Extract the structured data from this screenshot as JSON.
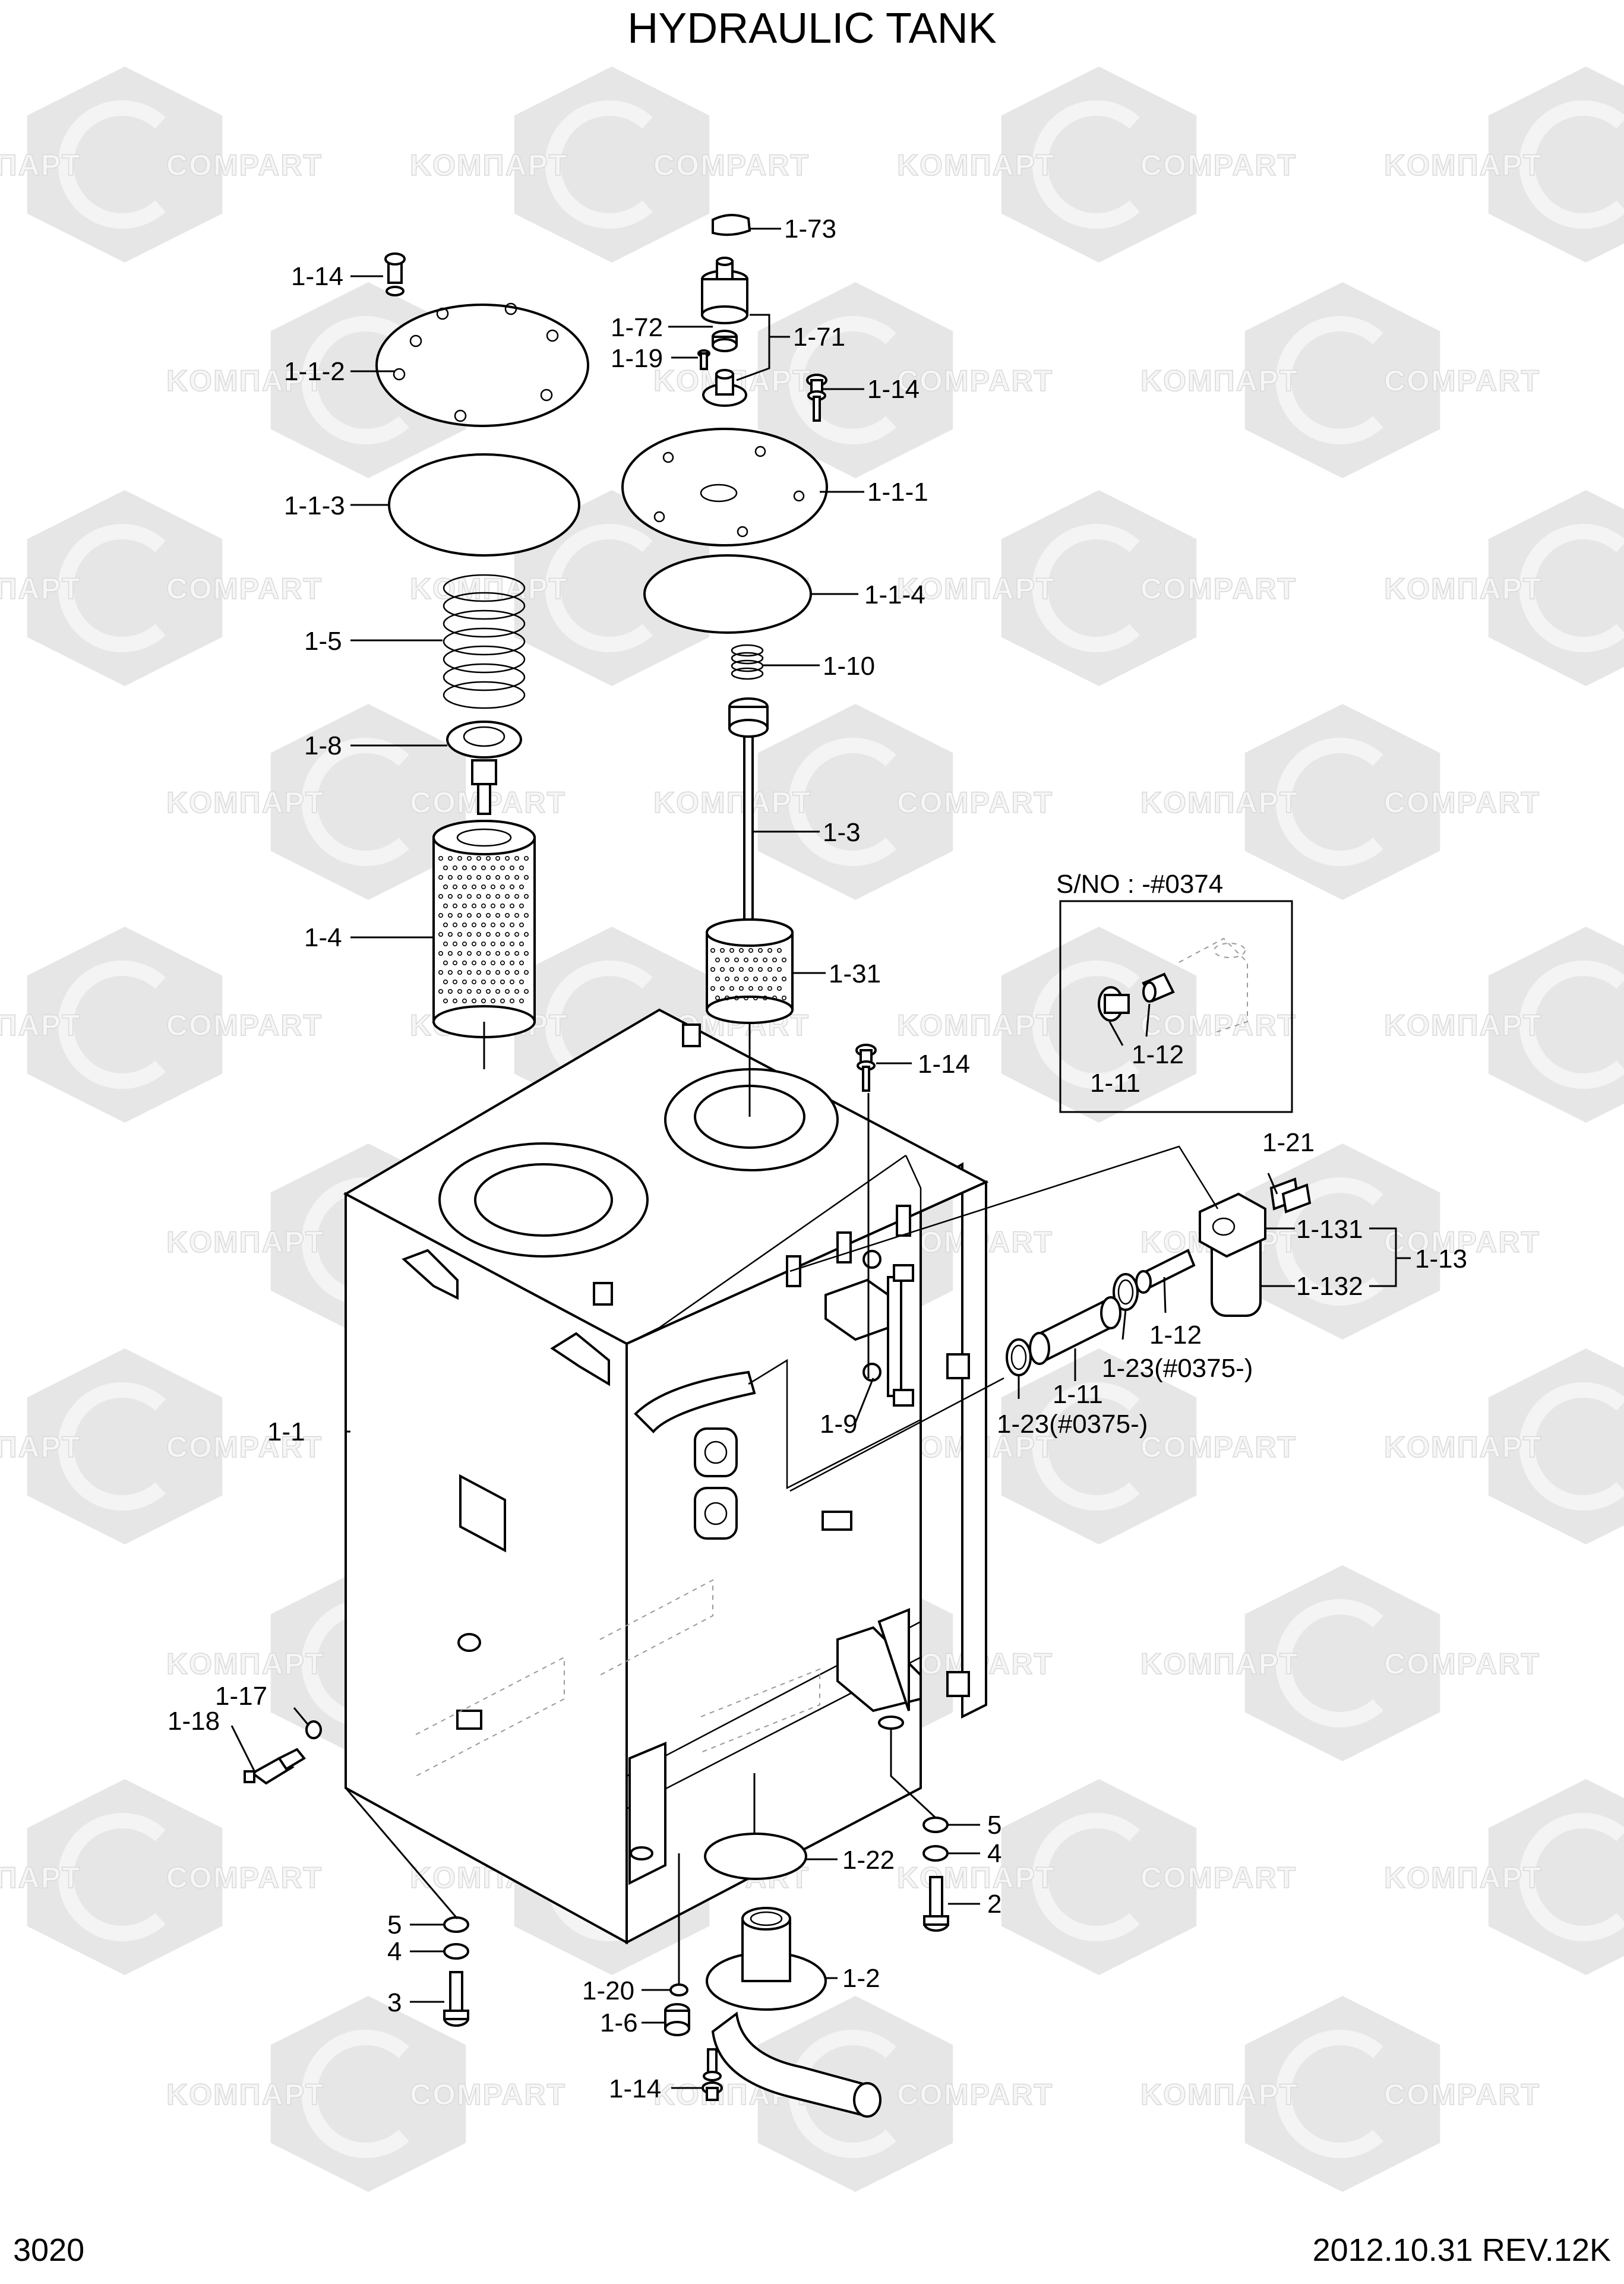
{
  "title": "HYDRAULIC TANK",
  "page_number": "3020",
  "date_rev": "2012.10.31  REV.12K",
  "inset_title": "S/NO : -#0374",
  "watermark": {
    "latin": "COMPART",
    "cyrillic": "KOMПAPT"
  },
  "callouts": {
    "c_1_73": "1-73",
    "c_1_14_a": "1-14",
    "c_1_72": "1-72",
    "c_1_71": "1-71",
    "c_1_19": "1-19",
    "c_1_1_2": "1-1-2",
    "c_1_14_b": "1-14",
    "c_1_1_1": "1-1-1",
    "c_1_1_3": "1-1-3",
    "c_1_1_4": "1-1-4",
    "c_1_5": "1-5",
    "c_1_10": "1-10",
    "c_1_8": "1-8",
    "c_1_3": "1-3",
    "c_1_4": "1-4",
    "c_1_31": "1-31",
    "c_1_14_c": "1-14",
    "c_1_12_a": "1-12",
    "c_1_11_a": "1-11",
    "c_1_21": "1-21",
    "c_1_131": "1-131",
    "c_1_13": "1-13",
    "c_1_132": "1-132",
    "c_1_12_b": "1-12",
    "c_1_23_a": "1-23(#0375-)",
    "c_1_11_b": "1-11",
    "c_1_23_b": "1-23(#0375-)",
    "c_1_9": "1-9",
    "c_1_1": "1-1",
    "c_1_17": "1-17",
    "c_1_18": "1-18",
    "c_5_a": "5",
    "c_4_a": "4",
    "c_2": "2",
    "c_1_22": "1-22",
    "c_5_b": "5",
    "c_4_b": "4",
    "c_3": "3",
    "c_1_20": "1-20",
    "c_1_2": "1-2",
    "c_1_6": "1-6",
    "c_1_14_d": "1-14"
  }
}
